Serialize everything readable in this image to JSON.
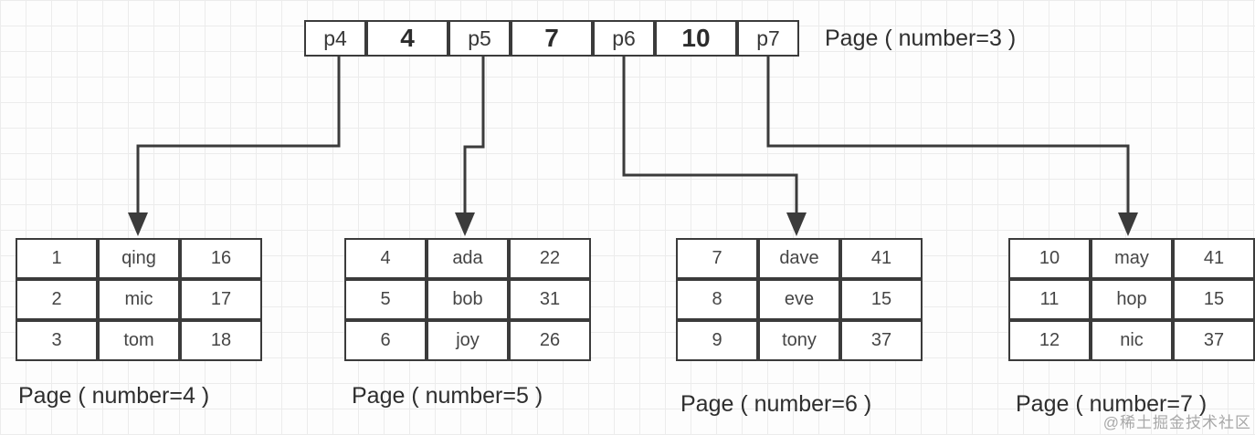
{
  "diagram": {
    "index_page": {
      "label": "Page ( number=3 )",
      "cells": [
        {
          "kind": "pointer",
          "text": "p4"
        },
        {
          "kind": "key",
          "text": "4"
        },
        {
          "kind": "pointer",
          "text": "p5"
        },
        {
          "kind": "key",
          "text": "7"
        },
        {
          "kind": "pointer",
          "text": "p6"
        },
        {
          "kind": "key",
          "text": "10"
        },
        {
          "kind": "pointer",
          "text": "p7"
        }
      ]
    },
    "leaf_pages": [
      {
        "label": "Page ( number=4 )",
        "rows": [
          [
            "1",
            "qing",
            "16"
          ],
          [
            "2",
            "mic",
            "17"
          ],
          [
            "3",
            "tom",
            "18"
          ]
        ]
      },
      {
        "label": "Page ( number=5 )",
        "rows": [
          [
            "4",
            "ada",
            "22"
          ],
          [
            "5",
            "bob",
            "31"
          ],
          [
            "6",
            "joy",
            "26"
          ]
        ]
      },
      {
        "label": "Page ( number=6 )",
        "rows": [
          [
            "7",
            "dave",
            "41"
          ],
          [
            "8",
            "eve",
            "15"
          ],
          [
            "9",
            "tony",
            "37"
          ]
        ]
      },
      {
        "label": "Page ( number=7 )",
        "rows": [
          [
            "10",
            "may",
            "41"
          ],
          [
            "11",
            "hop",
            "15"
          ],
          [
            "12",
            "nic",
            "37"
          ]
        ]
      }
    ],
    "connections": [
      {
        "from": "p4",
        "to_page": 4
      },
      {
        "from": "p5",
        "to_page": 5
      },
      {
        "from": "p6",
        "to_page": 6
      },
      {
        "from": "p7",
        "to_page": 7
      }
    ],
    "watermark": "@稀土掘金技术社区",
    "colors": {
      "line": "#3b3b3b",
      "text": "#2e2e2e",
      "cell_background": "#ffffff",
      "grid": "#ececec",
      "background": "#fdfdfd",
      "watermark": "#a8a8a8"
    }
  }
}
